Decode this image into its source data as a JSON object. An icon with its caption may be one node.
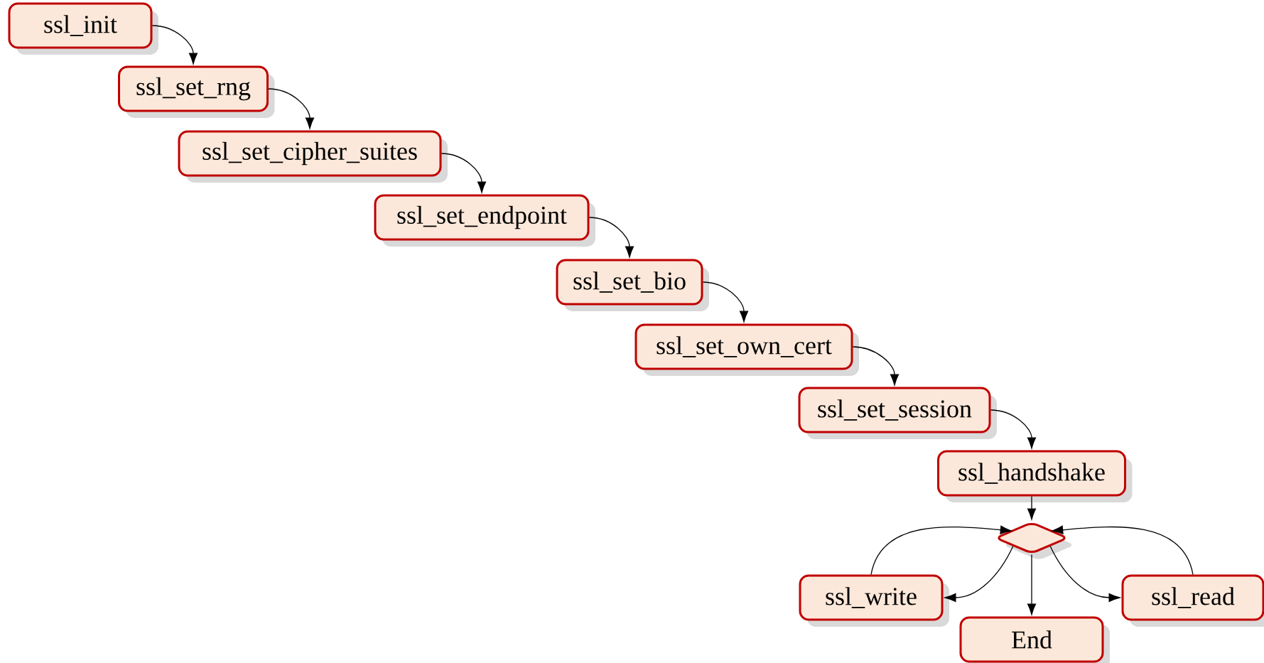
{
  "diagram": {
    "nodes": [
      {
        "text": [
          "ssl_init"
        ]
      },
      {
        "text": [
          "ssl_set_rng"
        ]
      },
      {
        "text": [
          "ssl_set_cipher_suites"
        ]
      },
      {
        "text": [
          "ssl_set_endpoint"
        ]
      },
      {
        "text": [
          "ssl_set_bio"
        ]
      },
      {
        "text": [
          "ssl_set_own_cert"
        ]
      },
      {
        "text": [
          "ssl_set_session"
        ]
      },
      {
        "text": [
          "ssl_handshake"
        ]
      },
      {
        "text": [],
        "shape": "diamond"
      },
      {
        "text": [
          "ssl_write"
        ]
      },
      {
        "text": [
          "End"
        ]
      },
      {
        "text": [
          "ssl_read"
        ]
      }
    ],
    "edges": [
      {
        "from": 0,
        "to": 1,
        "arrow": "to"
      },
      {
        "from": 1,
        "to": 2,
        "arrow": "to"
      },
      {
        "from": 2,
        "to": 3,
        "arrow": "to"
      },
      {
        "from": 3,
        "to": 4,
        "arrow": "to"
      },
      {
        "from": 4,
        "to": 5,
        "arrow": "to"
      },
      {
        "from": 5,
        "to": 6,
        "arrow": "to"
      },
      {
        "from": 6,
        "to": 7,
        "arrow": "to"
      },
      {
        "from": 7,
        "to": 8,
        "arrow": "to"
      },
      {
        "from": 8,
        "to": 9,
        "arrow": "to"
      },
      {
        "from": 8,
        "to": 10,
        "arrow": "to"
      },
      {
        "from": 8,
        "to": 11,
        "arrow": "to"
      },
      {
        "from": 9,
        "to": 8,
        "arrow": "to"
      },
      {
        "from": 11,
        "to": 8,
        "arrow": "to"
      }
    ]
  }
}
